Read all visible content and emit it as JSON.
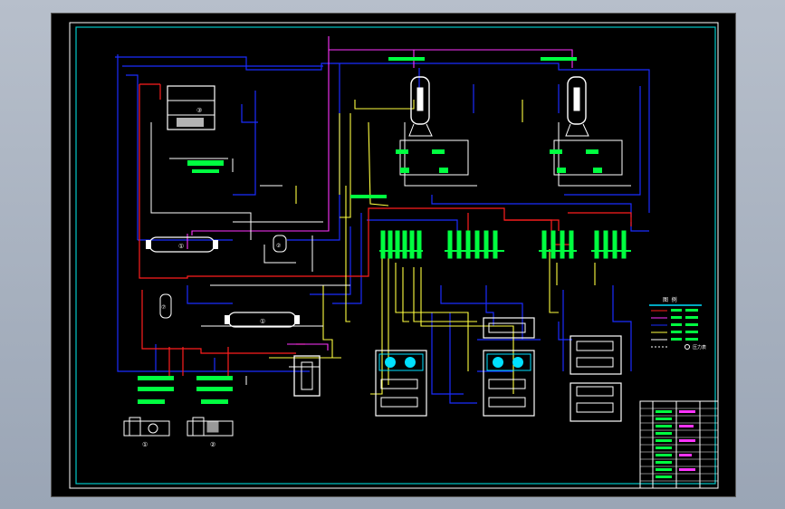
{
  "drawing": {
    "equipment_numbers": {
      "tower": "③",
      "tank_1": "①",
      "tank_2": "①",
      "filter_small": "②",
      "filter_left": "⑦",
      "pump_unit_1": "①",
      "pump_unit_2": "②"
    },
    "legend_heading": "图  例",
    "legend_note": "压力表",
    "colors": {
      "background": "#000000",
      "frame": "#00c8c8",
      "pipe_blue": "#1a2cff",
      "pipe_red": "#ff1e1e",
      "pipe_yellow": "#ffff40",
      "pipe_magenta": "#ff33ff",
      "pipe_white": "#ffffff",
      "symbol_green": "#00ff40",
      "equipment_white": "#ffffff",
      "fill_cyan": "#00e0ff"
    },
    "icons": [
      "valve-icon",
      "pump-icon",
      "fan-icon",
      "gauge-icon"
    ]
  }
}
